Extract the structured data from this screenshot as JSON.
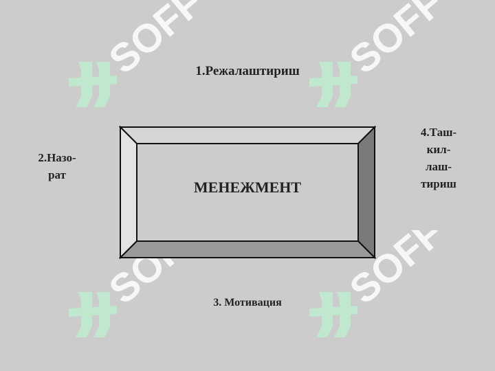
{
  "diagram": {
    "center": "МЕНЕЖМЕНТ",
    "top": "1.Режалаштириш",
    "left": [
      "2.Назо-",
      "рат"
    ],
    "bottom": "3. Мотивация",
    "right": [
      "4.Таш-",
      "кил-",
      "лаш-",
      "тириш"
    ]
  },
  "watermark": {
    "text": "SOFF",
    "text_color": "#ffffff",
    "logo_color": "#bfe8cf"
  },
  "colors": {
    "background": "#cccccc",
    "frame_face": "#cccccc",
    "bevel_light": "#e3e3e3",
    "bevel_top": "#d6d6d6",
    "bevel_dark": "#7a7a7a",
    "bevel_bottom": "#9a9a9a",
    "outline": "#111111"
  }
}
